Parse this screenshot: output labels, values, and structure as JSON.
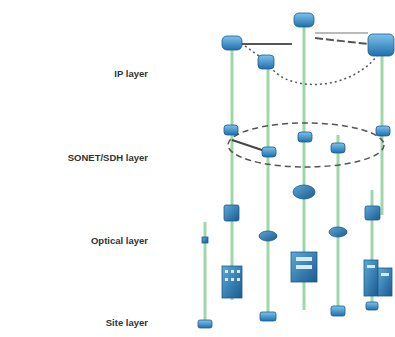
{
  "diagram": {
    "labels": [
      "IP layer",
      "SONET/SDH layer",
      "Optical layer",
      "Site layer"
    ]
  }
}
